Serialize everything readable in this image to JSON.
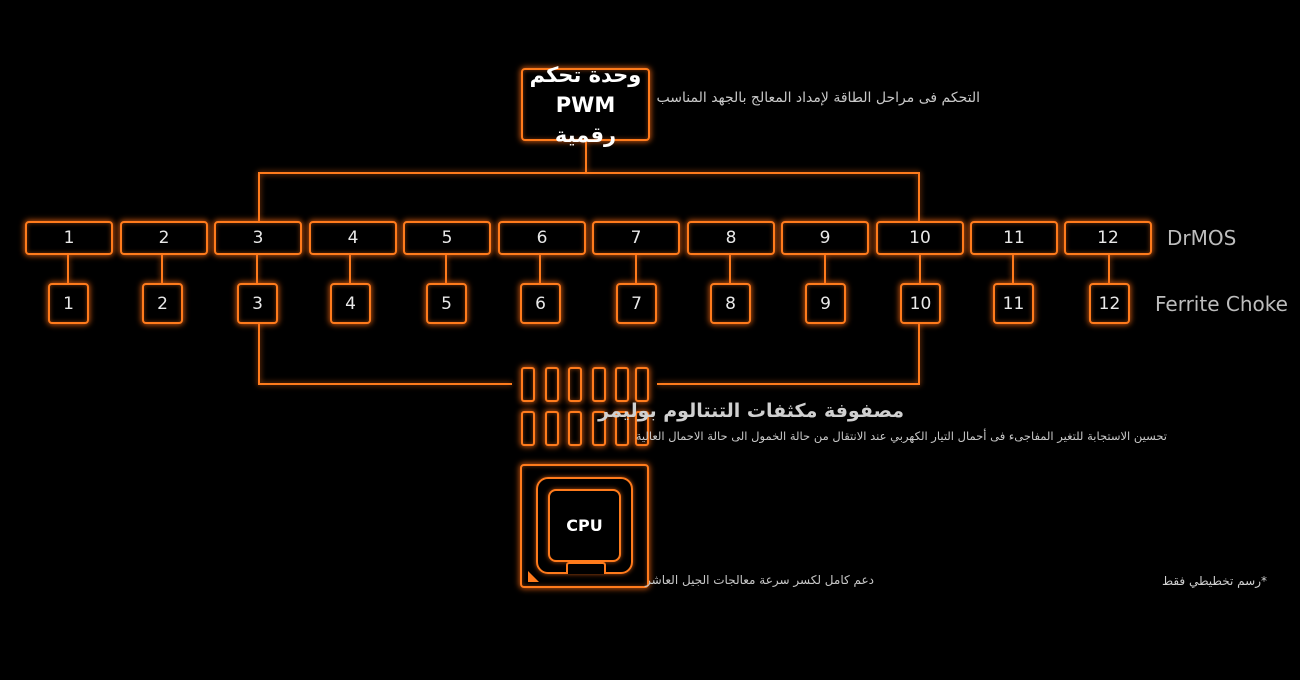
{
  "pwm": {
    "line1": "وحدة تحكم",
    "line2": "PWM رقمية",
    "description": "التحكم فى مراحل الطاقة لإمداد المعالج بالجهد المناسب"
  },
  "drmos": {
    "label": "DrMOS",
    "items": [
      "1",
      "2",
      "3",
      "4",
      "5",
      "6",
      "7",
      "8",
      "9",
      "10",
      "11",
      "12"
    ]
  },
  "choke": {
    "label": "Ferrite Choke",
    "items": [
      "1",
      "2",
      "3",
      "4",
      "5",
      "6",
      "7",
      "8",
      "9",
      "10",
      "11",
      "12"
    ]
  },
  "capacitors": {
    "title": "مصفوفة مكثفات التنتالوم بوليمر",
    "description": "تحسين الاستجابة للتغير المفاجىء فى أحمال التيار الكهربي عند الانتقال من حالة الخمول الى حالة الاحمال العالية"
  },
  "cpu": {
    "label": "CPU",
    "description": "دعم كامل لكسر سرعة معالجات الجيل العاشر"
  },
  "footnote": "*رسم تخطيطي فقط",
  "colors": {
    "accent": "#ff7b1c",
    "background": "#000000"
  }
}
